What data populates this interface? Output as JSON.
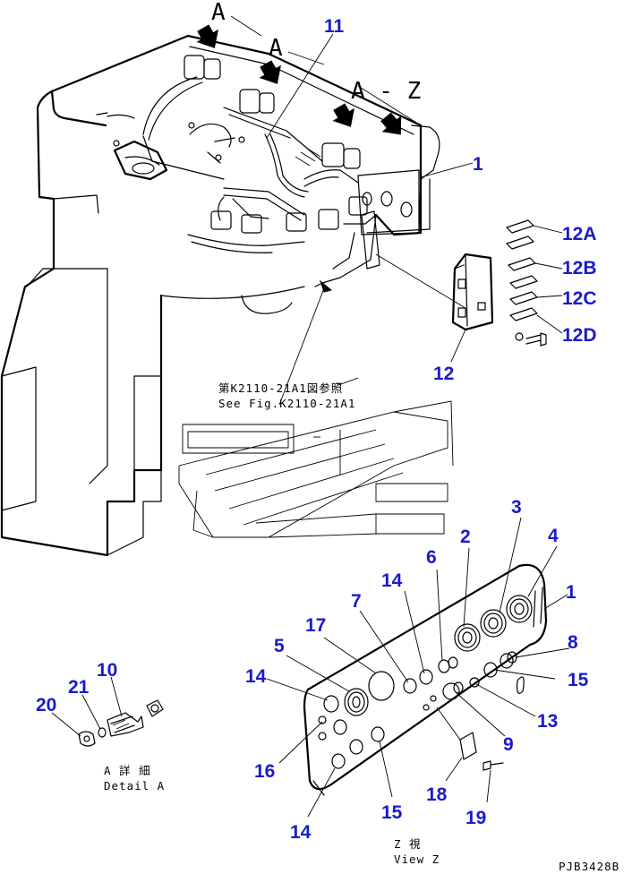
{
  "view_labels": {
    "a1": "A",
    "a2": "A",
    "az": "A - Z"
  },
  "reference": {
    "jp": "第K2110-21A1図参照",
    "en": "See Fig.K2110-21A1"
  },
  "detail_a": {
    "jp": "A 詳 細",
    "en": "Detail A"
  },
  "view_z": {
    "jp": "Z  視",
    "en": "View Z"
  },
  "drawing_code": "PJB3428B",
  "callouts": {
    "c11": "11",
    "c1_top": "1",
    "c12A": "12A",
    "c12B": "12B",
    "c12C": "12C",
    "c12D": "12D",
    "c12": "12",
    "c2": "2",
    "c3": "3",
    "c4": "4",
    "c1_bottom": "1",
    "c6": "6",
    "c14_top": "14",
    "c7": "7",
    "c17": "17",
    "c5": "5",
    "c14_left": "14",
    "c8": "8",
    "c15_right": "15",
    "c13": "13",
    "c9": "9",
    "c16": "16",
    "c18": "18",
    "c19": "19",
    "c15_bottom": "15",
    "c14_bottom": "14",
    "c10": "10",
    "c21": "21",
    "c20": "20"
  }
}
